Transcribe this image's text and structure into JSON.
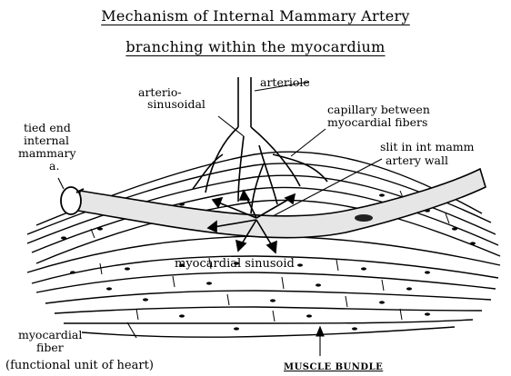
{
  "title": {
    "line1": "Mechanism of Internal Mammary Artery",
    "line2": "branching within the myocardium"
  },
  "labels": {
    "arteriole": "arteriole",
    "arterio_sinusoidal_1": "arterio-",
    "arterio_sinusoidal_2": "sinusoidal",
    "capillary_1": "capillary between",
    "capillary_2": "myocardial fibers",
    "tied_end_1": "tied end",
    "tied_end_2": "internal",
    "tied_end_3": "mammary",
    "tied_end_4": "a.",
    "slit_1": "slit in int mamm",
    "slit_2": "artery wall",
    "sinusoid": "myocardial sinusoid",
    "fiber_1": "myocardial",
    "fiber_2": "fiber",
    "functional_unit": "(functional unit of heart)",
    "muscle_bundle": "MUSCLE BUNDLE"
  }
}
